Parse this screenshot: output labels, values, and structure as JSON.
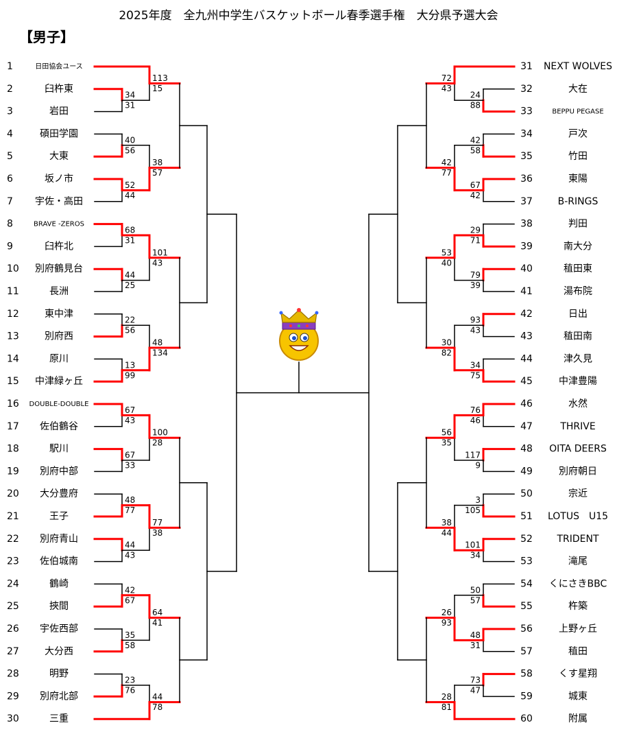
{
  "title": "2025年度　全九州中学生バスケットボール春季選手権　大分県予選大会",
  "section": "【男子】",
  "colors": {
    "win": "#ff0000",
    "line": "#000000"
  },
  "trophy": "crowned-smiley-icon",
  "left": {
    "teams": [
      {
        "no": "1",
        "name": "日田協会ユース",
        "small": true
      },
      {
        "no": "2",
        "name": "臼杵東"
      },
      {
        "no": "3",
        "name": "岩田"
      },
      {
        "no": "4",
        "name": "碩田学園"
      },
      {
        "no": "5",
        "name": "大東"
      },
      {
        "no": "6",
        "name": "坂ノ市"
      },
      {
        "no": "7",
        "name": "宇佐・高田"
      },
      {
        "no": "8",
        "name": "BRAVE -ZEROS",
        "small": true
      },
      {
        "no": "9",
        "name": "臼杵北"
      },
      {
        "no": "10",
        "name": "別府鶴見台"
      },
      {
        "no": "11",
        "name": "長洲"
      },
      {
        "no": "12",
        "name": "東中津"
      },
      {
        "no": "13",
        "name": "別府西"
      },
      {
        "no": "14",
        "name": "原川"
      },
      {
        "no": "15",
        "name": "中津緑ヶ丘"
      },
      {
        "no": "16",
        "name": "DOUBLE-DOUBLE",
        "small": true
      },
      {
        "no": "17",
        "name": "佐伯鶴谷"
      },
      {
        "no": "18",
        "name": "駅川"
      },
      {
        "no": "19",
        "name": "別府中部"
      },
      {
        "no": "20",
        "name": "大分豊府"
      },
      {
        "no": "21",
        "name": "王子"
      },
      {
        "no": "22",
        "name": "別府青山"
      },
      {
        "no": "23",
        "name": "佐伯城南"
      },
      {
        "no": "24",
        "name": "鶴崎"
      },
      {
        "no": "25",
        "name": "挾間"
      },
      {
        "no": "26",
        "name": "宇佐西部"
      },
      {
        "no": "27",
        "name": "大分西"
      },
      {
        "no": "28",
        "name": "明野"
      },
      {
        "no": "29",
        "name": "別府北部"
      },
      {
        "no": "30",
        "name": "三重"
      }
    ],
    "r1": [
      {
        "a": 2,
        "b": 3,
        "sa": "34",
        "sb": "31",
        "win": "a"
      },
      {
        "a": 4,
        "b": 5,
        "sa": "40",
        "sb": "56",
        "win": "b"
      },
      {
        "a": 6,
        "b": 7,
        "sa": "52",
        "sb": "44",
        "win": "a"
      },
      {
        "a": 8,
        "b": 9,
        "sa": "68",
        "sb": "31",
        "win": "a"
      },
      {
        "a": 10,
        "b": 11,
        "sa": "44",
        "sb": "25",
        "win": "a"
      },
      {
        "a": 12,
        "b": 13,
        "sa": "22",
        "sb": "56",
        "win": "b"
      },
      {
        "a": 14,
        "b": 15,
        "sa": "13",
        "sb": "99",
        "win": "b"
      },
      {
        "a": 16,
        "b": 17,
        "sa": "67",
        "sb": "43",
        "win": "a"
      },
      {
        "a": 18,
        "b": 19,
        "sa": "67",
        "sb": "33",
        "win": "a"
      },
      {
        "a": 20,
        "b": 21,
        "sa": "48",
        "sb": "77",
        "win": "b"
      },
      {
        "a": 22,
        "b": 23,
        "sa": "44",
        "sb": "43",
        "win": "a"
      },
      {
        "a": 24,
        "b": 25,
        "sa": "42",
        "sb": "67",
        "win": "b"
      },
      {
        "a": 26,
        "b": 27,
        "sa": "35",
        "sb": "58",
        "win": "b"
      },
      {
        "a": 28,
        "b": 29,
        "sa": "23",
        "sb": "76",
        "win": "b"
      }
    ],
    "r2": [
      {
        "sa": "113",
        "sb": "15",
        "win": "a"
      },
      {
        "sa": "38",
        "sb": "57",
        "win": "b"
      },
      {
        "sa": "101",
        "sb": "43",
        "win": "a"
      },
      {
        "sa": "48",
        "sb": "134",
        "win": "b"
      },
      {
        "sa": "100",
        "sb": "28",
        "win": "a"
      },
      {
        "sa": "77",
        "sb": "38",
        "win": "a"
      },
      {
        "sa": "64",
        "sb": "41",
        "win": "a"
      },
      {
        "sa": "44",
        "sb": "78",
        "win": "b"
      }
    ]
  },
  "right": {
    "teams": [
      {
        "no": "31",
        "name": "NEXT WOLVES"
      },
      {
        "no": "32",
        "name": "大在"
      },
      {
        "no": "33",
        "name": "BEPPU PEGASE",
        "small": true
      },
      {
        "no": "34",
        "name": "戸次"
      },
      {
        "no": "35",
        "name": "竹田"
      },
      {
        "no": "36",
        "name": "東陽"
      },
      {
        "no": "37",
        "name": "B-RINGS"
      },
      {
        "no": "38",
        "name": "判田"
      },
      {
        "no": "39",
        "name": "南大分"
      },
      {
        "no": "40",
        "name": "稙田東"
      },
      {
        "no": "41",
        "name": "湯布院"
      },
      {
        "no": "42",
        "name": "日出"
      },
      {
        "no": "43",
        "name": "稙田南"
      },
      {
        "no": "44",
        "name": "津久見"
      },
      {
        "no": "45",
        "name": "中津豊陽"
      },
      {
        "no": "46",
        "name": "水然"
      },
      {
        "no": "47",
        "name": "THRIVE"
      },
      {
        "no": "48",
        "name": "OITA DEERS"
      },
      {
        "no": "49",
        "name": "別府朝日"
      },
      {
        "no": "50",
        "name": "宗近"
      },
      {
        "no": "51",
        "name": "LOTUS　U15"
      },
      {
        "no": "52",
        "name": "TRIDENT"
      },
      {
        "no": "53",
        "name": "滝尾"
      },
      {
        "no": "54",
        "name": "くにさきBBC"
      },
      {
        "no": "55",
        "name": "杵築"
      },
      {
        "no": "56",
        "name": "上野ヶ丘"
      },
      {
        "no": "57",
        "name": "稙田"
      },
      {
        "no": "58",
        "name": "くす星翔"
      },
      {
        "no": "59",
        "name": "城東"
      },
      {
        "no": "60",
        "name": "附属"
      }
    ],
    "r1": [
      {
        "a": 2,
        "b": 3,
        "sa": "24",
        "sb": "88",
        "win": "b"
      },
      {
        "a": 4,
        "b": 5,
        "sa": "42",
        "sb": "58",
        "win": "b"
      },
      {
        "a": 6,
        "b": 7,
        "sa": "67",
        "sb": "42",
        "win": "a"
      },
      {
        "a": 8,
        "b": 9,
        "sa": "29",
        "sb": "71",
        "win": "b"
      },
      {
        "a": 10,
        "b": 11,
        "sa": "79",
        "sb": "39",
        "win": "a"
      },
      {
        "a": 12,
        "b": 13,
        "sa": "93",
        "sb": "43",
        "win": "a"
      },
      {
        "a": 14,
        "b": 15,
        "sa": "34",
        "sb": "75",
        "win": "b"
      },
      {
        "a": 16,
        "b": 17,
        "sa": "76",
        "sb": "46",
        "win": "a"
      },
      {
        "a": 18,
        "b": 19,
        "sa": "117",
        "sb": "9",
        "win": "a"
      },
      {
        "a": 20,
        "b": 21,
        "sa": "3",
        "sb": "105",
        "win": "b"
      },
      {
        "a": 22,
        "b": 23,
        "sa": "101",
        "sb": "34",
        "win": "a"
      },
      {
        "a": 24,
        "b": 25,
        "sa": "50",
        "sb": "57",
        "win": "b"
      },
      {
        "a": 26,
        "b": 27,
        "sa": "48",
        "sb": "31",
        "win": "a"
      },
      {
        "a": 28,
        "b": 29,
        "sa": "73",
        "sb": "47",
        "win": "a"
      }
    ],
    "r2": [
      {
        "sa": "72",
        "sb": "43",
        "win": "a"
      },
      {
        "sa": "42",
        "sb": "77",
        "win": "b"
      },
      {
        "sa": "53",
        "sb": "40",
        "win": "a"
      },
      {
        "sa": "30",
        "sb": "82",
        "win": "b"
      },
      {
        "sa": "56",
        "sb": "35",
        "win": "a"
      },
      {
        "sa": "38",
        "sb": "44",
        "win": "b"
      },
      {
        "sa": "26",
        "sb": "93",
        "win": "b"
      },
      {
        "sa": "28",
        "sb": "81",
        "win": "b"
      }
    ]
  }
}
